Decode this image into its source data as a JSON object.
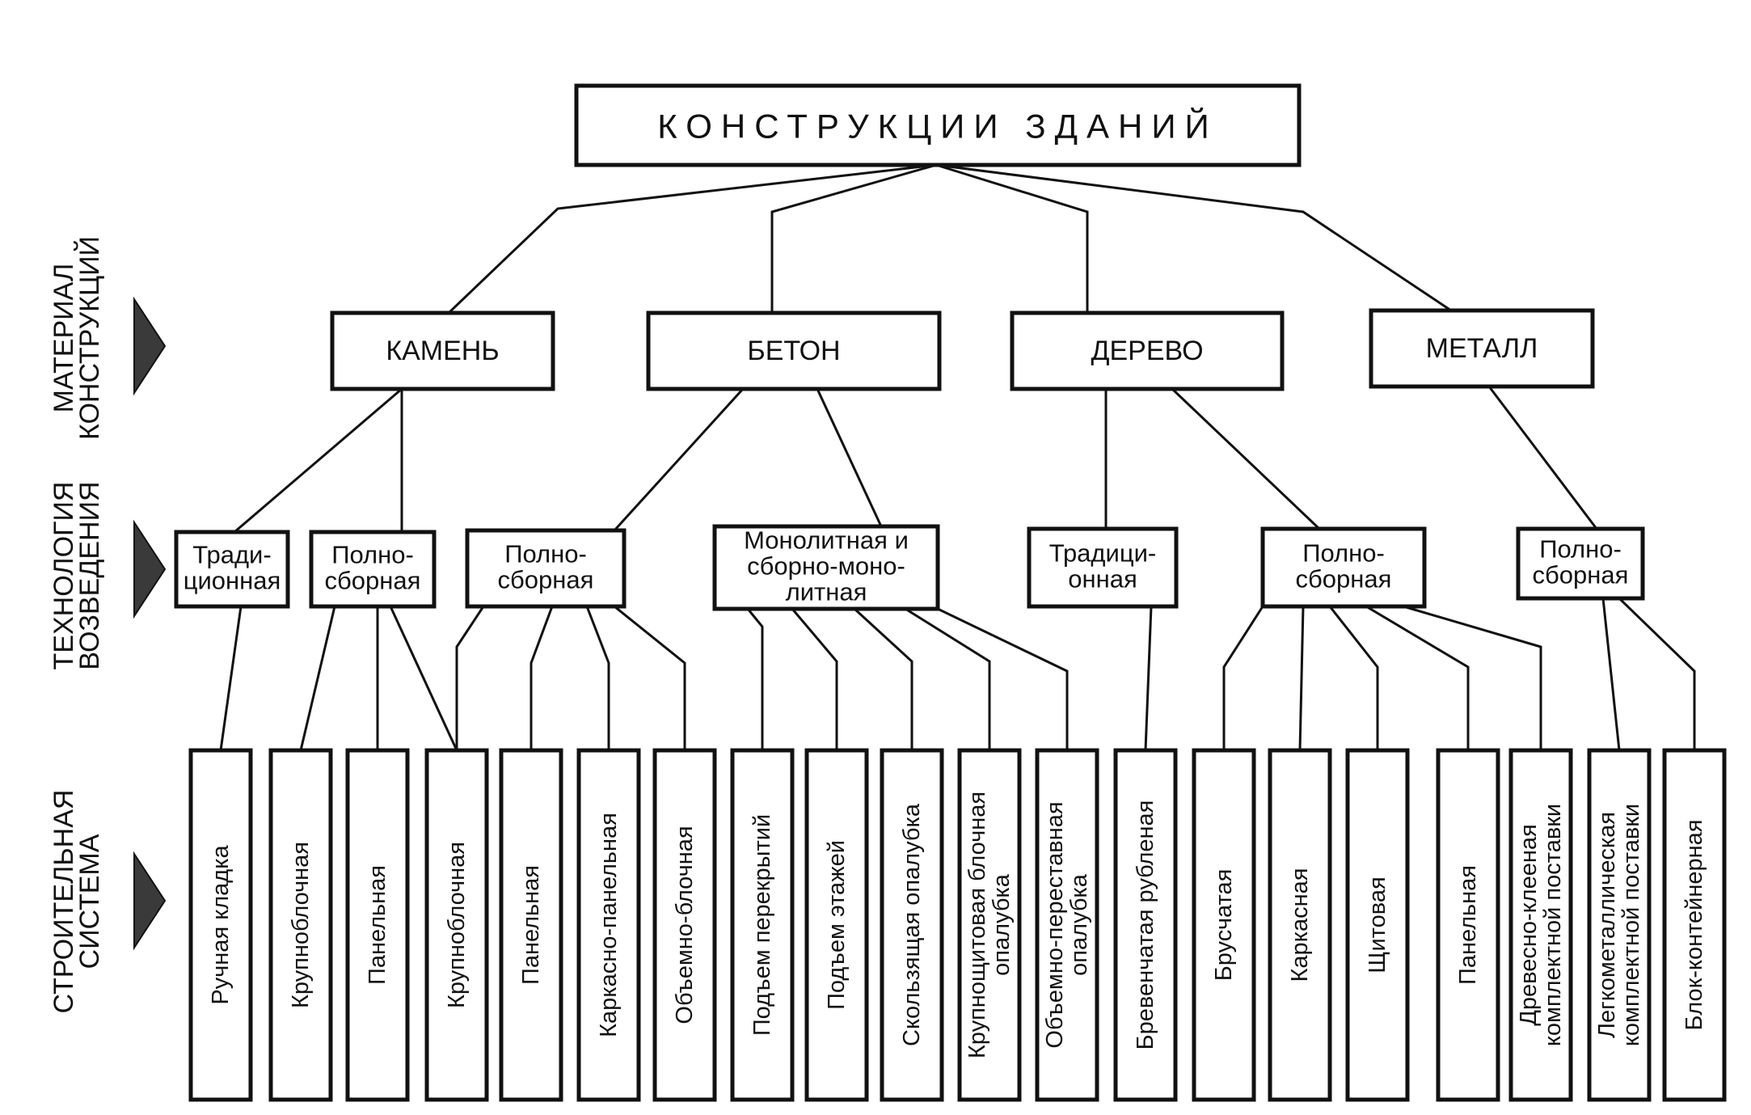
{
  "title": "КОНСТРУКЦИИ ЗДАНИЙ",
  "side_labels": {
    "material": [
      "МАТЕРИАЛ",
      "КОНСТРУКЦИЙ"
    ],
    "technology": [
      "ТЕХНОЛОГИЯ",
      "ВОЗВЕДЕНИЯ"
    ],
    "system": [
      "СТРОИТЕЛЬНАЯ",
      "СИСТЕМА"
    ]
  },
  "materials": [
    {
      "id": "stone",
      "label": "КАМЕНЬ"
    },
    {
      "id": "concrete",
      "label": "БЕТОН"
    },
    {
      "id": "wood",
      "label": "ДЕРЕВО"
    },
    {
      "id": "metal",
      "label": "МЕТАЛЛ"
    }
  ],
  "technologies": [
    {
      "id": "stone-traditional",
      "parent": "stone",
      "lines": [
        "Тради-",
        "ционная"
      ]
    },
    {
      "id": "stone-prefab",
      "parent": "stone",
      "lines": [
        "Полно-",
        "сборная"
      ]
    },
    {
      "id": "concrete-prefab",
      "parent": "concrete",
      "lines": [
        "Полно-",
        "сборная"
      ]
    },
    {
      "id": "concrete-monolithic",
      "parent": "concrete",
      "lines": [
        "Монолитная и",
        "сборно-моно-",
        "литная"
      ]
    },
    {
      "id": "wood-traditional",
      "parent": "wood",
      "lines": [
        "Традици-",
        "онная"
      ]
    },
    {
      "id": "wood-prefab",
      "parent": "wood",
      "lines": [
        "Полно-",
        "сборная"
      ]
    },
    {
      "id": "metal-prefab",
      "parent": "metal",
      "lines": [
        "Полно-",
        "сборная"
      ]
    }
  ],
  "systems": [
    {
      "id": "s1",
      "lines": [
        "Ручная кладка"
      ]
    },
    {
      "id": "s2",
      "lines": [
        "Крупноблочная"
      ]
    },
    {
      "id": "s3",
      "lines": [
        "Панельная"
      ]
    },
    {
      "id": "s4",
      "lines": [
        "Крупноблочная"
      ]
    },
    {
      "id": "s5",
      "lines": [
        "Панельная"
      ]
    },
    {
      "id": "s6",
      "lines": [
        "Каркасно-панельная"
      ]
    },
    {
      "id": "s7",
      "lines": [
        "Объемно-блочная"
      ]
    },
    {
      "id": "s8",
      "lines": [
        "Подъем перекрытий"
      ]
    },
    {
      "id": "s9",
      "lines": [
        "Подъем этажей"
      ]
    },
    {
      "id": "s10",
      "lines": [
        "Скользящая опалубка"
      ]
    },
    {
      "id": "s11",
      "lines": [
        "Крупнощитовая блочная",
        "опалубка"
      ]
    },
    {
      "id": "s12",
      "lines": [
        "Объемно-переставная",
        "опалубка"
      ]
    },
    {
      "id": "s13",
      "lines": [
        "Бревенчатая рубленая"
      ]
    },
    {
      "id": "s14",
      "lines": [
        "Брусчатая"
      ]
    },
    {
      "id": "s15",
      "lines": [
        "Каркасная"
      ]
    },
    {
      "id": "s16",
      "lines": [
        "Щитовая"
      ]
    },
    {
      "id": "s17",
      "lines": [
        "Панельная"
      ]
    },
    {
      "id": "s18",
      "lines": [
        "Древесно-клееная",
        "комплектной поставки"
      ]
    },
    {
      "id": "s19",
      "lines": [
        "Легкометаллическая",
        "комплектной поставки"
      ]
    },
    {
      "id": "s20",
      "lines": [
        "Блок-контейнерная"
      ]
    }
  ]
}
